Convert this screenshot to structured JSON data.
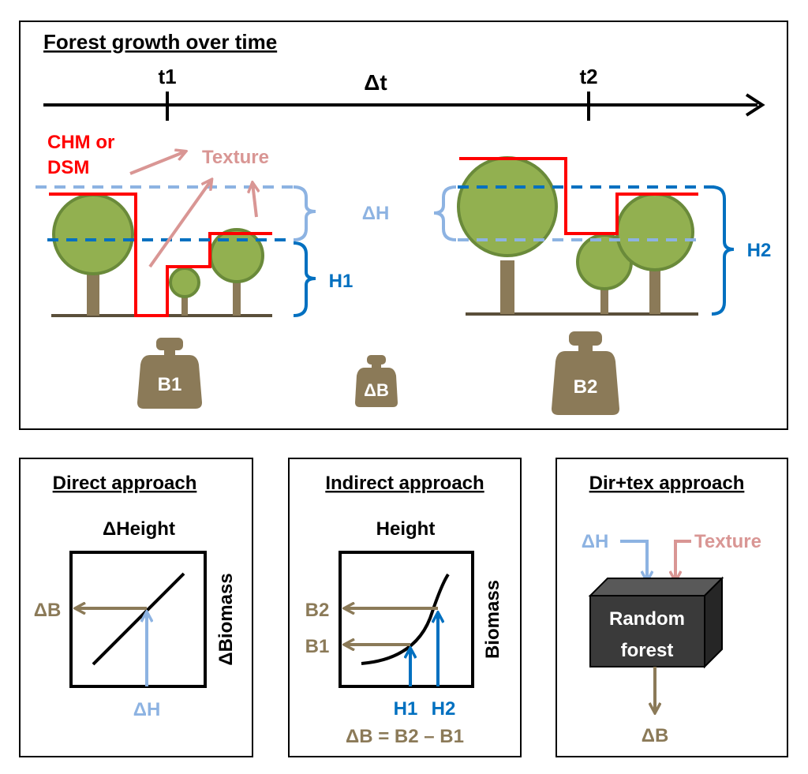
{
  "colors": {
    "black": "#000000",
    "red": "#ff0000",
    "pink": "#d99694",
    "light_blue": "#8db3e2",
    "dark_blue": "#0070c0",
    "brown": "#8b7a58",
    "tree_green": "#92b050",
    "tree_outline": "#6a8a3a",
    "box_fill": "#3a3a3a",
    "box_top": "#595959",
    "box_side": "#262626"
  },
  "top_panel": {
    "title": "Forest growth over time",
    "timeline": {
      "t1": "t1",
      "t2": "t2",
      "dt": "Δt"
    },
    "chm_label_line1": "CHM or",
    "chm_label_line2": "DSM",
    "texture_label": "Texture",
    "dh_label_left": "ΔH",
    "h1_label": "H1",
    "h2_label": "H2",
    "weights": {
      "b1": "B1",
      "db": "ΔB",
      "b2": "B2"
    }
  },
  "direct_panel": {
    "title": "Direct approach",
    "x_title": "ΔHeight",
    "y_title": "ΔBiomass",
    "db_label": "ΔB",
    "dh_label": "ΔH"
  },
  "indirect_panel": {
    "title": "Indirect approach",
    "x_title": "Height",
    "y_title": "Biomass",
    "b2_label": "B2",
    "b1_label": "B1",
    "h1_label": "H1",
    "h2_label": "H2",
    "formula": "ΔB = B2 – B1"
  },
  "dirtex_panel": {
    "title": "Dir+tex approach",
    "dh_label": "ΔH",
    "texture_label": "Texture",
    "box_line1": "Random",
    "box_line2": "forest",
    "db_label": "ΔB"
  }
}
